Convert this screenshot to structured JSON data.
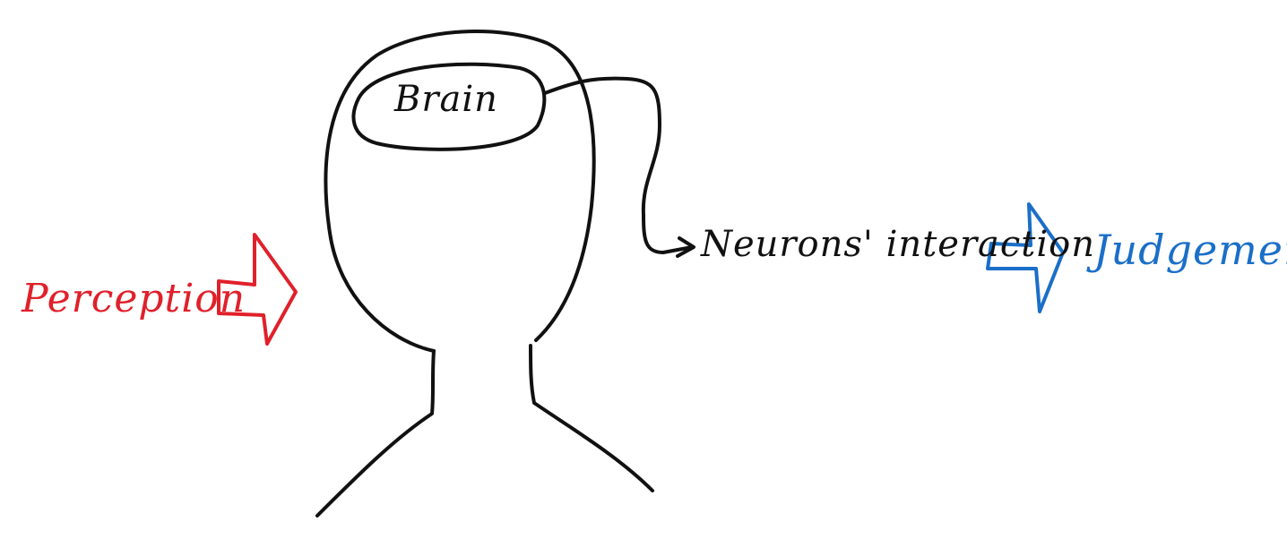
{
  "diagram": {
    "brain_label": "Brain",
    "perception_label": "Perception",
    "neurons_label": "Neurons' interaction",
    "judgement_label": "Judgement."
  },
  "colors": {
    "ink": "#111111",
    "perception": "#e0202a",
    "judgement": "#1a6fc8",
    "background": "#ffffff"
  },
  "icons": {
    "head": "head-silhouette-icon",
    "perception_arrow": "right-block-arrow-icon",
    "neurons_arrow": "curved-connector-arrow-icon",
    "judgement_arrow": "right-block-arrow-icon"
  }
}
